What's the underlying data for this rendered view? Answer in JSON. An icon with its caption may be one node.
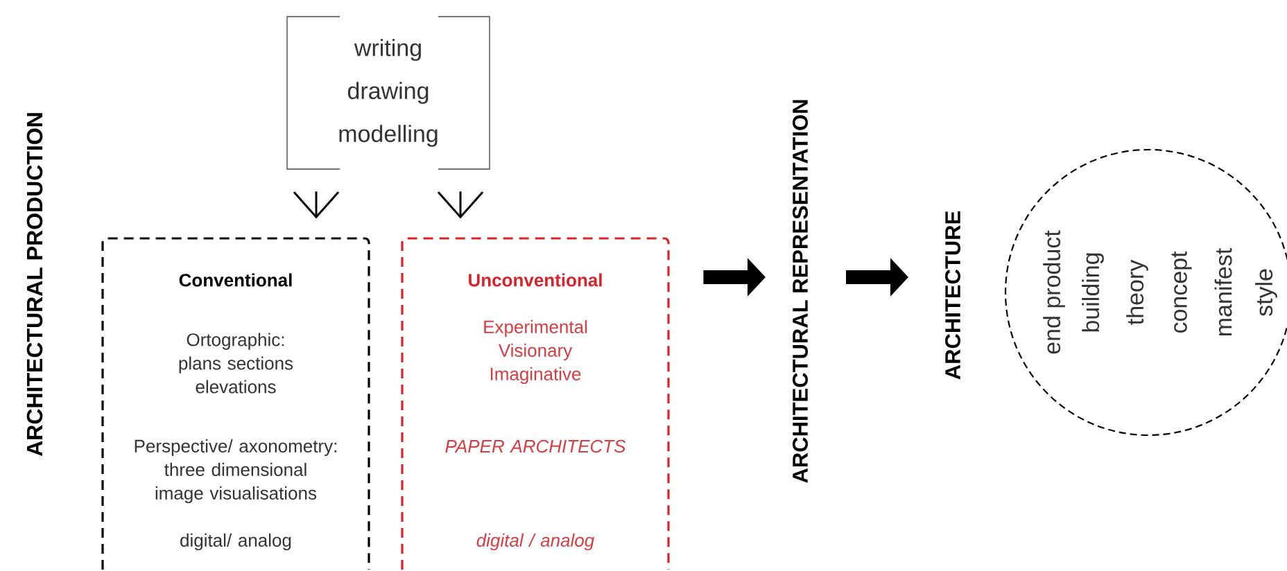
{
  "diagram": {
    "nodes": [
      {
        "text": [
          "writing",
          "drawing",
          "modelling"
        ]
      },
      {
        "text": [
          "Conventional",
          "Ortographic: plans sections elevations",
          "Perspective/ axonometry: three dimensional image visualisations",
          "digital/ analog"
        ]
      },
      {
        "text": [
          "Unconventional",
          "Experimental Visionary Imaginative",
          "PAPER ARCHITECTS",
          "digital / analog"
        ]
      },
      {
        "text": [
          "ARCHITECTURAL REPRESENTATION"
        ]
      },
      {
        "text": [
          "ARCHITECTURE"
        ]
      },
      {
        "text": [
          "end product",
          "building",
          "theory",
          "concept",
          "manifest",
          "style"
        ]
      }
    ],
    "edges": [
      {
        "from": 0,
        "to": 1,
        "arrow": "to"
      },
      {
        "from": 0,
        "to": 2,
        "arrow": "to"
      },
      {
        "from": 2,
        "to": 3,
        "arrow": "to",
        "style": "thick"
      },
      {
        "from": 3,
        "to": 4,
        "arrow": "to",
        "style": "thick"
      }
    ],
    "labels": [
      "ARCHITECTURAL PRODUCTION"
    ]
  }
}
